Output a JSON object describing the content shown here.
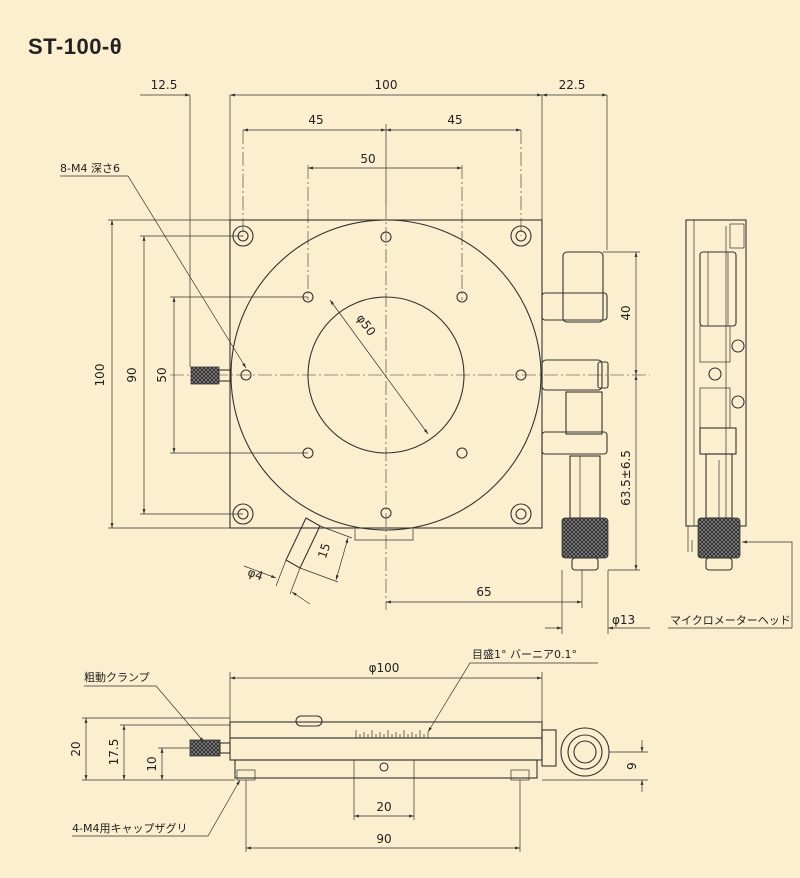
{
  "title": "ST-100-θ",
  "top_view": {
    "dims": {
      "d_12_5": "12.5",
      "d_100_top": "100",
      "d_22_5": "22.5",
      "d_45_left": "45",
      "d_45_right": "45",
      "d_50_top": "50",
      "d_100_left": "100",
      "d_90_left": "90",
      "d_50_left": "50",
      "d_phi50": "φ50",
      "d_15": "15",
      "d_phi4": "φ4",
      "d_65": "65",
      "d_40": "40",
      "d_63_5": "63.5±6.5",
      "d_phi13": "φ13"
    },
    "callouts": {
      "tapped_holes": "8-M4 深さ6",
      "micrometer_head": "マイクロメーターヘッド"
    }
  },
  "front_view": {
    "dims": {
      "d_phi100": "φ100",
      "d_20_left": "20",
      "d_17_5": "17.5",
      "d_10": "10",
      "d_9": "9",
      "d_20_bottom": "20",
      "d_90_bottom": "90"
    },
    "callouts": {
      "scale": "目盛1° バーニア0.1°",
      "coarse_clamp": "粗動クランプ",
      "counterbore": "4-M4用キャップザグリ"
    }
  },
  "colors": {
    "background": "#fcefcf",
    "line": "#333333",
    "knurl": "#555555"
  }
}
